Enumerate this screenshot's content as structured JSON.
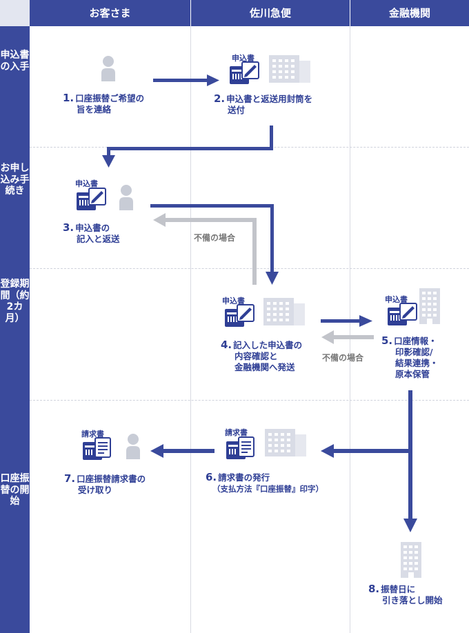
{
  "columns": [
    "お客さま",
    "佐川急便",
    "金融機関"
  ],
  "lanes": [
    "申込書の入手",
    "お申し込み手続き",
    "登録期間（約2カ月）",
    "口座振替の開始"
  ],
  "steps": {
    "s1": {
      "num": "1.",
      "line1": "口座振替ご希望の",
      "line2": "旨を連絡"
    },
    "s2": {
      "num": "2.",
      "line1": "申込書と返送用封筒を",
      "line2": "送付"
    },
    "s3": {
      "num": "3.",
      "line1": "申込書の",
      "line2": "記入と返送"
    },
    "s4": {
      "num": "4.",
      "line1": "記入した申込書の",
      "line2": "内容確認と",
      "line3": "金融機関へ発送"
    },
    "s5": {
      "num": "5.",
      "line1": "口座情報・",
      "line2": "印影確認/",
      "line3": "結果連携・",
      "line4": "原本保管"
    },
    "s6": {
      "num": "6.",
      "line1": "請求書の発行",
      "line2": "（支払方法『口座振替』印字）"
    },
    "s7": {
      "num": "7.",
      "line1": "口座振替請求書の",
      "line2": "受け取り"
    },
    "s8": {
      "num": "8.",
      "line1": "振替日に",
      "line2": "引き落とし開始"
    }
  },
  "doc_labels": {
    "application": "申込書",
    "invoice": "請求書"
  },
  "notes": {
    "incomplete": "不備の場合"
  },
  "colors": {
    "primary": "#3a4a9c",
    "gray_arrow": "#c2c4ca",
    "icon_gray": "#c8ccd6",
    "building": "#d9dce6"
  }
}
